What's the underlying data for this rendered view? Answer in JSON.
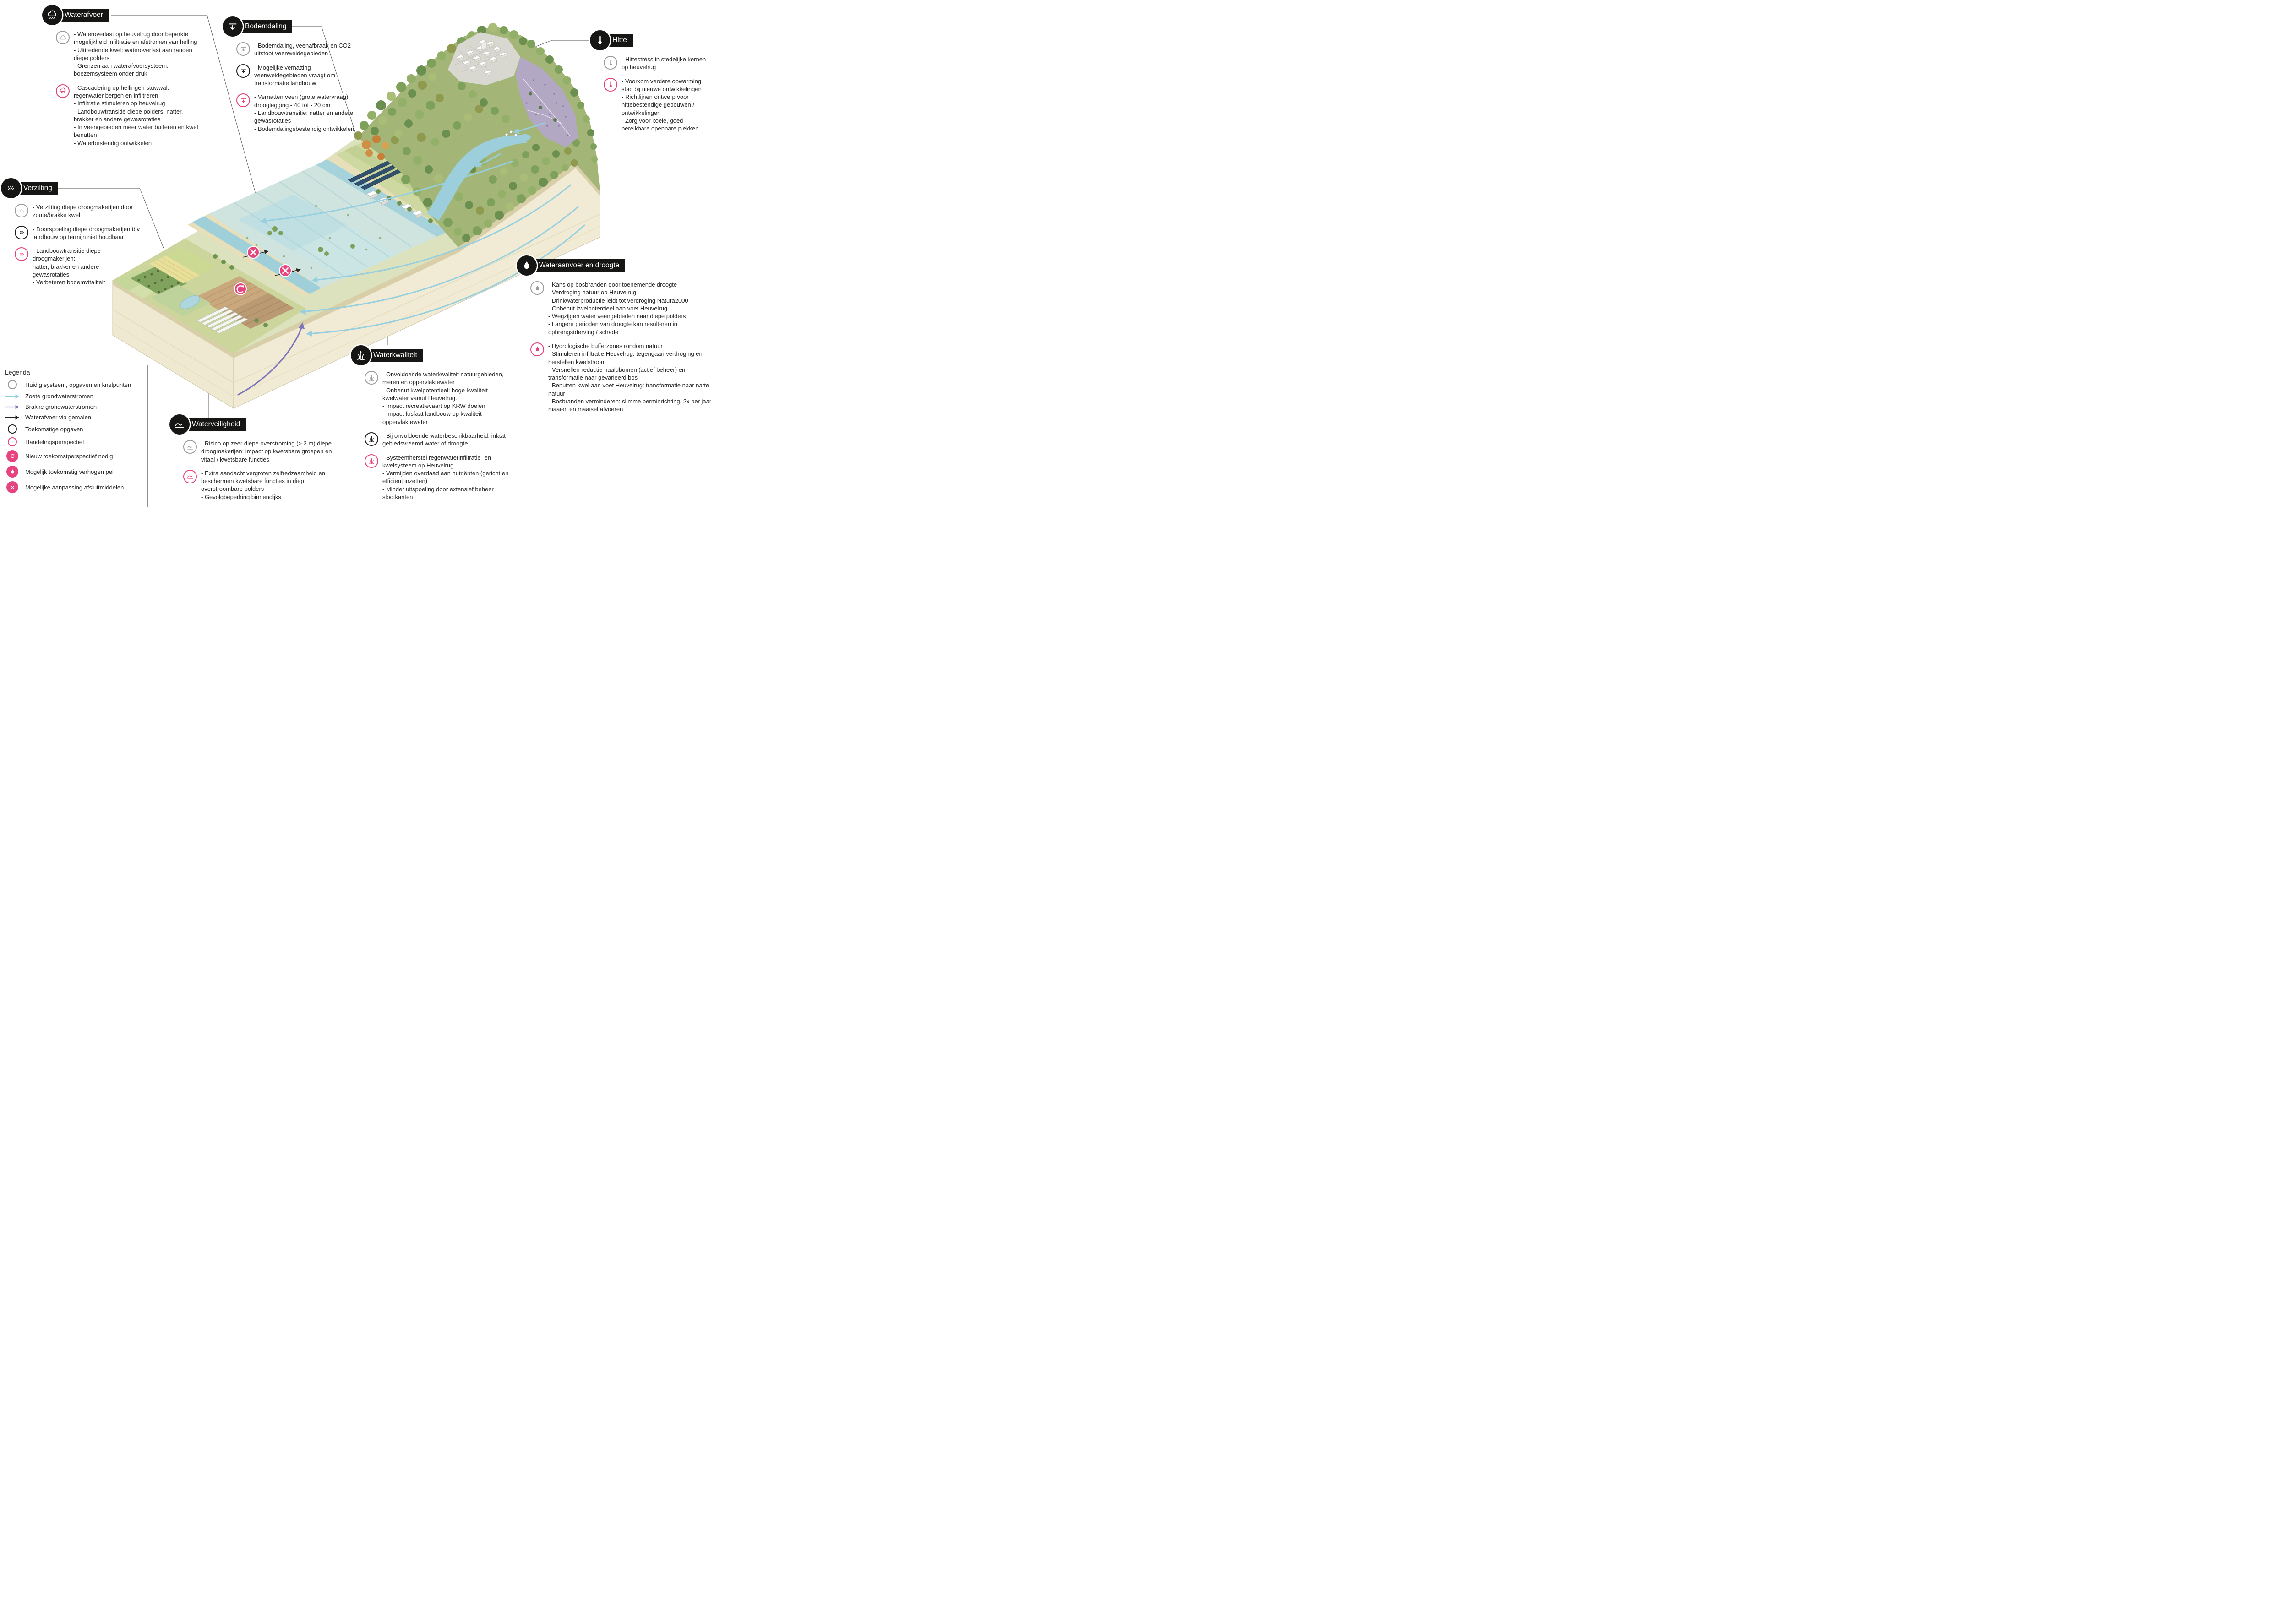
{
  "callouts": {
    "waterafvoer": {
      "title": "Waterafvoer",
      "items": [
        {
          "icon": "cloud-icon",
          "category": "current",
          "text": "- Wateroverlast op heuvelrug door beperkte mogelijkheid infiltratie en afstromen van helling\n- Uittredende kwel: wateroverlast aan randen diepe polders\n- Grenzen aan waterafvoersysteem: boezemsysteem onder druk"
        },
        {
          "icon": "rain-cloud-icon",
          "category": "perspective",
          "text": "- Cascadering op hellingen stuwwal: regenwater bergen en infiltreren\n- Infiltratie stimuleren op heuvelrug\n- Landbouwtransitie diepe polders: natter, brakker en andere gewasrotaties\n- In veengebieden meer water bufferen en kwel benutten\n- Waterbestendig ontwikkelen"
        }
      ]
    },
    "bodemdaling": {
      "title": "Bodemdaling",
      "items": [
        {
          "icon": "subsidence-icon",
          "category": "current",
          "text": "- Bodemdaling, veenafbraak en CO2 uitstoot veenweidegebieden"
        },
        {
          "icon": "subsidence-icon",
          "category": "future",
          "text": "- Mogelijke vernatting veenweidegebieden vraagt om transformatie landbouw"
        },
        {
          "icon": "subsidence-icon",
          "category": "perspective",
          "text": "- Vernatten veen (grote watervraag):\ndrooglegging - 40 tot - 20 cm\n- Landbouwtransitie: natter en andere gewasrotaties\n- Bodemdalingsbestendig ontwikkelen"
        }
      ]
    },
    "hitte": {
      "title": "Hitte",
      "items": [
        {
          "icon": "thermometer-icon",
          "category": "current",
          "text": "- Hittestress in stedelijke kernen op heuvelrug"
        },
        {
          "icon": "thermometer-icon",
          "category": "perspective",
          "text": "- Voorkom verdere opwarming stad bij nieuwe ontwikkelingen\n- Richtlijnen ontwerp voor hittebestendige gebouwen / ontwikkelingen\n- Zorg voor koele, goed bereikbare openbare plekken"
        }
      ]
    },
    "verzilting": {
      "title": "Verzilting",
      "items": [
        {
          "icon": "salt-icon",
          "category": "current",
          "text": "- Verzilting diepe droogmakerijen door zoute/brakke kwel"
        },
        {
          "icon": "salt-icon",
          "category": "future",
          "text": "- Doorspoeling diepe droogmakerijen tbv landbouw op termijn niet houdbaar"
        },
        {
          "icon": "salt-icon",
          "category": "perspective",
          "text": "- Landbouwtransitie diepe droogmakerijen:\nnatter, brakker en andere gewasrotaties\n- Verbeteren bodemvitaliteit"
        }
      ]
    },
    "wateraanvoer": {
      "title": "Wateraanvoer en droogte",
      "items": [
        {
          "icon": "drop-icon",
          "category": "current",
          "text": "- Kans op bosbranden door toenemende droogte\n- Verdroging natuur op Heuvelrug\n- Drinkwaterproductie leidt tot verdroging Natura2000\n- Onbenut kwelpotentieel aan voet Heuvelrug\n- Wegzijgen water veengebieden naar diepe polders\n- Langere perioden van droogte kan resulteren in opbrengstderving / schade"
        },
        {
          "icon": "drop-icon",
          "category": "perspective",
          "text": "- Hydrologische bufferzones rondom natuur\n- Stimuleren infiltratie Heuvelrug: tegengaan verdroging en herstellen kwelstroom\n- Versnellen reductie naaldbomen (actief beheer) en transformatie naar gevarieerd bos\n- Benutten kwel aan voet Heuvelrug: transformatie naar natte natuur\n- Bosbranden verminderen: slimme berminrichting, 2x per jaar maaien en maaisel afvoeren"
        }
      ]
    },
    "waterkwaliteit": {
      "title": "Waterkwaliteit",
      "items": [
        {
          "icon": "reed-icon",
          "category": "current",
          "text": "- Onvoldoende waterkwaliteit natuurgebieden, meren en oppervlaktewater\n- Onbenut kwelpotentieel: hoge kwaliteit kwelwater vanuit Heuvelrug.\n- Impact recreatievaart op KRW doelen\n- Impact fosfaat landbouw op kwaliteit oppervlaktewater"
        },
        {
          "icon": "reed-icon",
          "category": "future",
          "text": "- Bij onvoldoende waterbeschikbaarheid: inlaat gebiedsvreemd water of droogte"
        },
        {
          "icon": "reed-icon",
          "category": "perspective",
          "text": "- Systeemherstel regenwaterinfiltratie- en kwelsysteem op Heuvelrug\n- Vermijden overdaad aan nutriënten (gericht en efficiënt inzetten)\n- Minder uitspoeling door extensief beheer slootkanten"
        }
      ]
    },
    "waterveiligheid": {
      "title": "Waterveiligheid",
      "items": [
        {
          "icon": "wave-icon",
          "category": "current",
          "text": "- Risico op zeer diepe overstroming (> 2 m) diepe droogmakerijen: impact op kwetsbare groepen en vitaal / kwetsbare functies"
        },
        {
          "icon": "wave-icon",
          "category": "perspective",
          "text": "- Extra aandacht vergroten zelfredzaamheid en beschermen kwetsbare functies in diep overstroombare polders\n- Gevolgbeperking binnendijks"
        }
      ]
    }
  },
  "legend": {
    "title": "Legenda",
    "items": [
      {
        "icon": "gray-circle-icon",
        "label": "Huidig systeem, opgaven en knelpunten"
      },
      {
        "icon": "cyan-arrow-icon",
        "label": "Zoete grondwaterstromen"
      },
      {
        "icon": "purple-arrow-icon",
        "label": "Brakke grondwaterstromen"
      },
      {
        "icon": "black-arrow-icon",
        "label": "Waterafvoer via gemalen"
      },
      {
        "icon": "black-circle-icon",
        "label": "Toekomstige opgaven"
      },
      {
        "icon": "pink-circle-icon",
        "label": "Handelingsperspectief"
      },
      {
        "icon": "renew-icon",
        "label": "Nieuw toekomstperspectief nodig"
      },
      {
        "icon": "drop-icon",
        "label": "Mogelijk toekomstig verhogen peil"
      },
      {
        "icon": "x-icon",
        "label": "Mogelijke aanpassing afsluitmiddelen"
      }
    ]
  },
  "colors": {
    "current": "#9b9b9b",
    "future": "#1d1d1b",
    "perspective": "#e5447f",
    "fresh_groundwater": "#8fd0dc",
    "brackish_groundwater": "#7b74b8",
    "pump_arrow": "#1d1d1b"
  }
}
